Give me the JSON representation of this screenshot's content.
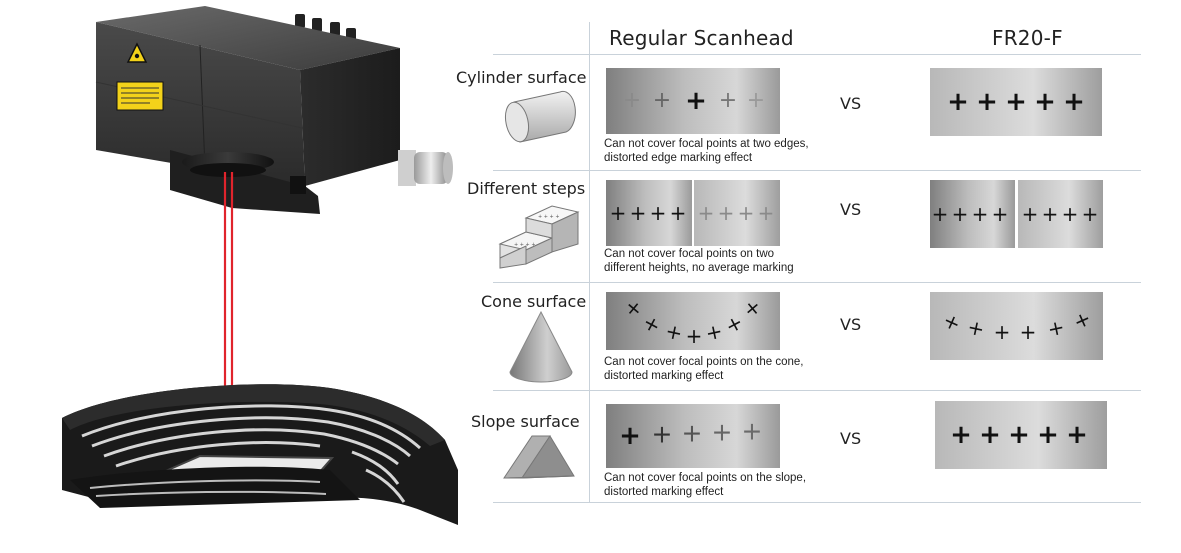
{
  "headers": {
    "regular": "Regular Scanhead",
    "fr": "FR20-F"
  },
  "vs_label": "VS",
  "label_sticker": "▲ ■ ■ ■",
  "rows": [
    {
      "label": "Cylinder surface",
      "note_line1": "Can not cover focal points at two edges,",
      "note_line2": "distorted edge marking effect"
    },
    {
      "label": "Different steps",
      "note_line1": "Can not cover focal points on two",
      "note_line2": "different heights, no average marking"
    },
    {
      "label": "Cone surface",
      "note_line1": "Can not cover focal points on the cone,",
      "note_line2": "distorted marking effect"
    },
    {
      "label": "Slope surface",
      "note_line1": "Can not cover focal points on the slope,",
      "note_line2": "distorted marking effect"
    }
  ],
  "colors": {
    "laser": "#e0242c",
    "divider": "#c9d2da",
    "head_body": "#3a3a3a"
  }
}
